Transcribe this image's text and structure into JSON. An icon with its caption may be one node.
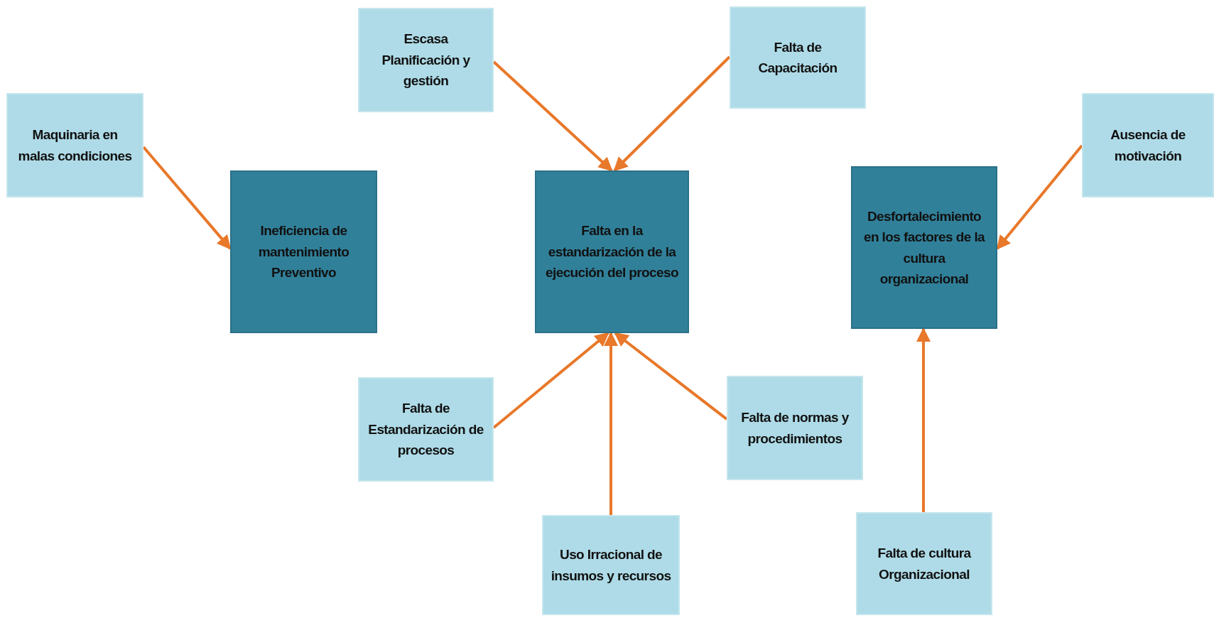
{
  "diagram": {
    "nodes": [
      {
        "text": [
          "Escasa Planificación y gestión"
        ]
      },
      {
        "text": [
          "Falta de Capacitación"
        ]
      },
      {
        "text": [
          "Maquinaria en malas condiciones"
        ]
      },
      {
        "text": [
          "Ausencia de motivación"
        ]
      },
      {
        "text": [
          "Desfortalecimiento en los factores de la cultura organizacional"
        ]
      },
      {
        "text": [
          "Ineficiencia de mantenimiento Preventivo"
        ]
      },
      {
        "text": [
          "Falta en la estandarización de la ejecución del proceso"
        ]
      },
      {
        "text": [
          "Falta de Estandarización de procesos"
        ]
      },
      {
        "text": [
          "Falta de normas y procedimientos"
        ]
      },
      {
        "text": [
          "Uso Irracional de insumos y recursos"
        ]
      },
      {
        "text": [
          "Falta de cultura Organizacional"
        ]
      }
    ],
    "edges": [
      {
        "from": 0,
        "to": 6,
        "arrow": "to"
      },
      {
        "from": 1,
        "to": 6,
        "arrow": "to"
      },
      {
        "from": 2,
        "to": 5,
        "arrow": "to"
      },
      {
        "from": 3,
        "to": 4,
        "arrow": "to"
      },
      {
        "from": 7,
        "to": 6,
        "arrow": "to"
      },
      {
        "from": 9,
        "to": 6,
        "arrow": "to"
      },
      {
        "from": 8,
        "to": 6,
        "arrow": "to"
      },
      {
        "from": 10,
        "to": 4,
        "arrow": "to"
      }
    ]
  }
}
